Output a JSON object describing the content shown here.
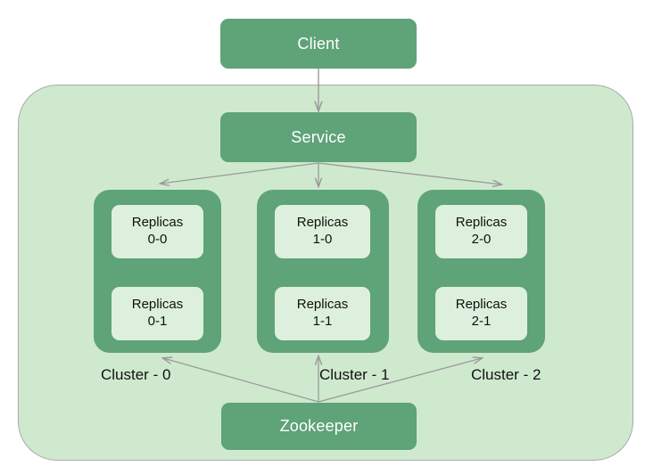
{
  "diagram": {
    "title_nodes": {
      "client": "Client",
      "service": "Service",
      "zookeeper": "Zookeeper"
    },
    "clusters": [
      {
        "label": "Cluster - 0",
        "replicas": [
          {
            "name": "Replicas",
            "id": "0-0"
          },
          {
            "name": "Replicas",
            "id": "0-1"
          }
        ]
      },
      {
        "label": "Cluster - 1",
        "replicas": [
          {
            "name": "Replicas",
            "id": "1-0"
          },
          {
            "name": "Replicas",
            "id": "1-1"
          }
        ]
      },
      {
        "label": "Cluster - 2",
        "replicas": [
          {
            "name": "Replicas",
            "id": "2-0"
          },
          {
            "name": "Replicas",
            "id": "2-1"
          }
        ]
      }
    ],
    "colors": {
      "node_fill": "#5fa378",
      "node_text": "#ffffff",
      "outer_fill": "#cfe9cf",
      "outer_border": "#a9a9a9",
      "replica_fill": "#ddf0dd",
      "replica_text": "#111111",
      "arrow": "#9a9a9a",
      "label_text": "#111111",
      "page_background": "#ffffff"
    }
  }
}
